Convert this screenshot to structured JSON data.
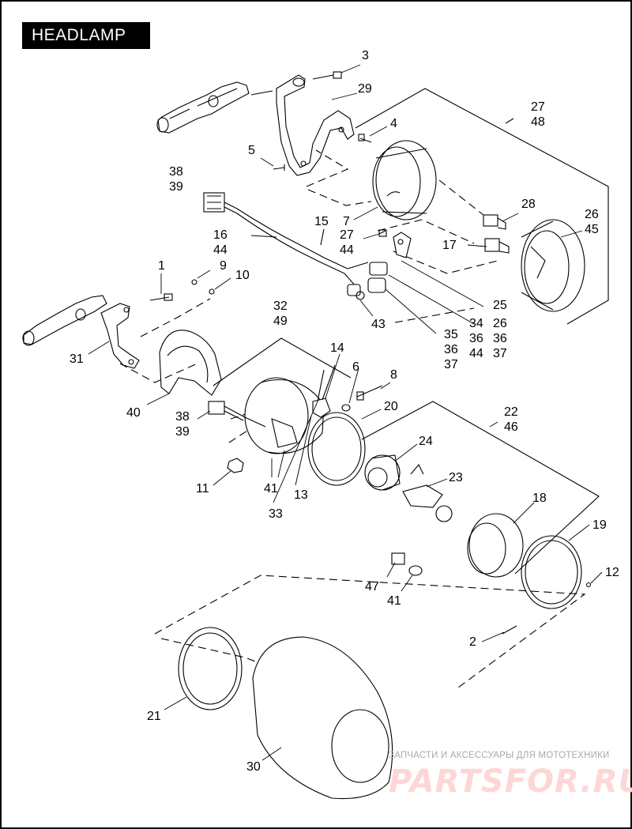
{
  "title": "HEADLAMP",
  "watermark": {
    "subtitle": "ЗАПЧАСТИ И АКСЕССУАРЫ ДЛЯ МОТОТЕХНИКИ",
    "logo": "PARTSFOR.RU"
  },
  "callouts": [
    {
      "id": "c3",
      "text": "3"
    },
    {
      "id": "c29",
      "text": "29"
    },
    {
      "id": "c27-48",
      "text": "27\n48"
    },
    {
      "id": "c4",
      "text": "4"
    },
    {
      "id": "c5",
      "text": "5"
    },
    {
      "id": "c38-39a",
      "text": "38\n39"
    },
    {
      "id": "c28",
      "text": "28"
    },
    {
      "id": "c26-45",
      "text": "26\n45"
    },
    {
      "id": "c7",
      "text": "7"
    },
    {
      "id": "c15",
      "text": "15"
    },
    {
      "id": "c16-44",
      "text": "16\n44"
    },
    {
      "id": "c27-44",
      "text": "27\n44"
    },
    {
      "id": "c17",
      "text": "17"
    },
    {
      "id": "c1",
      "text": "1"
    },
    {
      "id": "c9",
      "text": "9"
    },
    {
      "id": "c10",
      "text": "10"
    },
    {
      "id": "c25",
      "text": "25"
    },
    {
      "id": "c34-36-44",
      "text": "34\n36\n44"
    },
    {
      "id": "c26-36-37",
      "text": "26\n36\n37"
    },
    {
      "id": "c35-36-37",
      "text": "35\n36\n37"
    },
    {
      "id": "c43",
      "text": "43"
    },
    {
      "id": "c32-49",
      "text": "32\n49"
    },
    {
      "id": "c31",
      "text": "31"
    },
    {
      "id": "c14",
      "text": "14"
    },
    {
      "id": "c6",
      "text": "6"
    },
    {
      "id": "c8",
      "text": "8"
    },
    {
      "id": "c20",
      "text": "20"
    },
    {
      "id": "c22-46",
      "text": "22\n46"
    },
    {
      "id": "c40",
      "text": "40"
    },
    {
      "id": "c38-39b",
      "text": "38\n39"
    },
    {
      "id": "c24",
      "text": "24"
    },
    {
      "id": "c23",
      "text": "23"
    },
    {
      "id": "c11",
      "text": "11"
    },
    {
      "id": "c41a",
      "text": "41"
    },
    {
      "id": "c13",
      "text": "13"
    },
    {
      "id": "c33",
      "text": "33"
    },
    {
      "id": "c18",
      "text": "18"
    },
    {
      "id": "c19",
      "text": "19"
    },
    {
      "id": "c47",
      "text": "47"
    },
    {
      "id": "c41b",
      "text": "41"
    },
    {
      "id": "c12",
      "text": "12"
    },
    {
      "id": "c2",
      "text": "2"
    },
    {
      "id": "c21",
      "text": "21"
    },
    {
      "id": "c30",
      "text": "30"
    }
  ]
}
